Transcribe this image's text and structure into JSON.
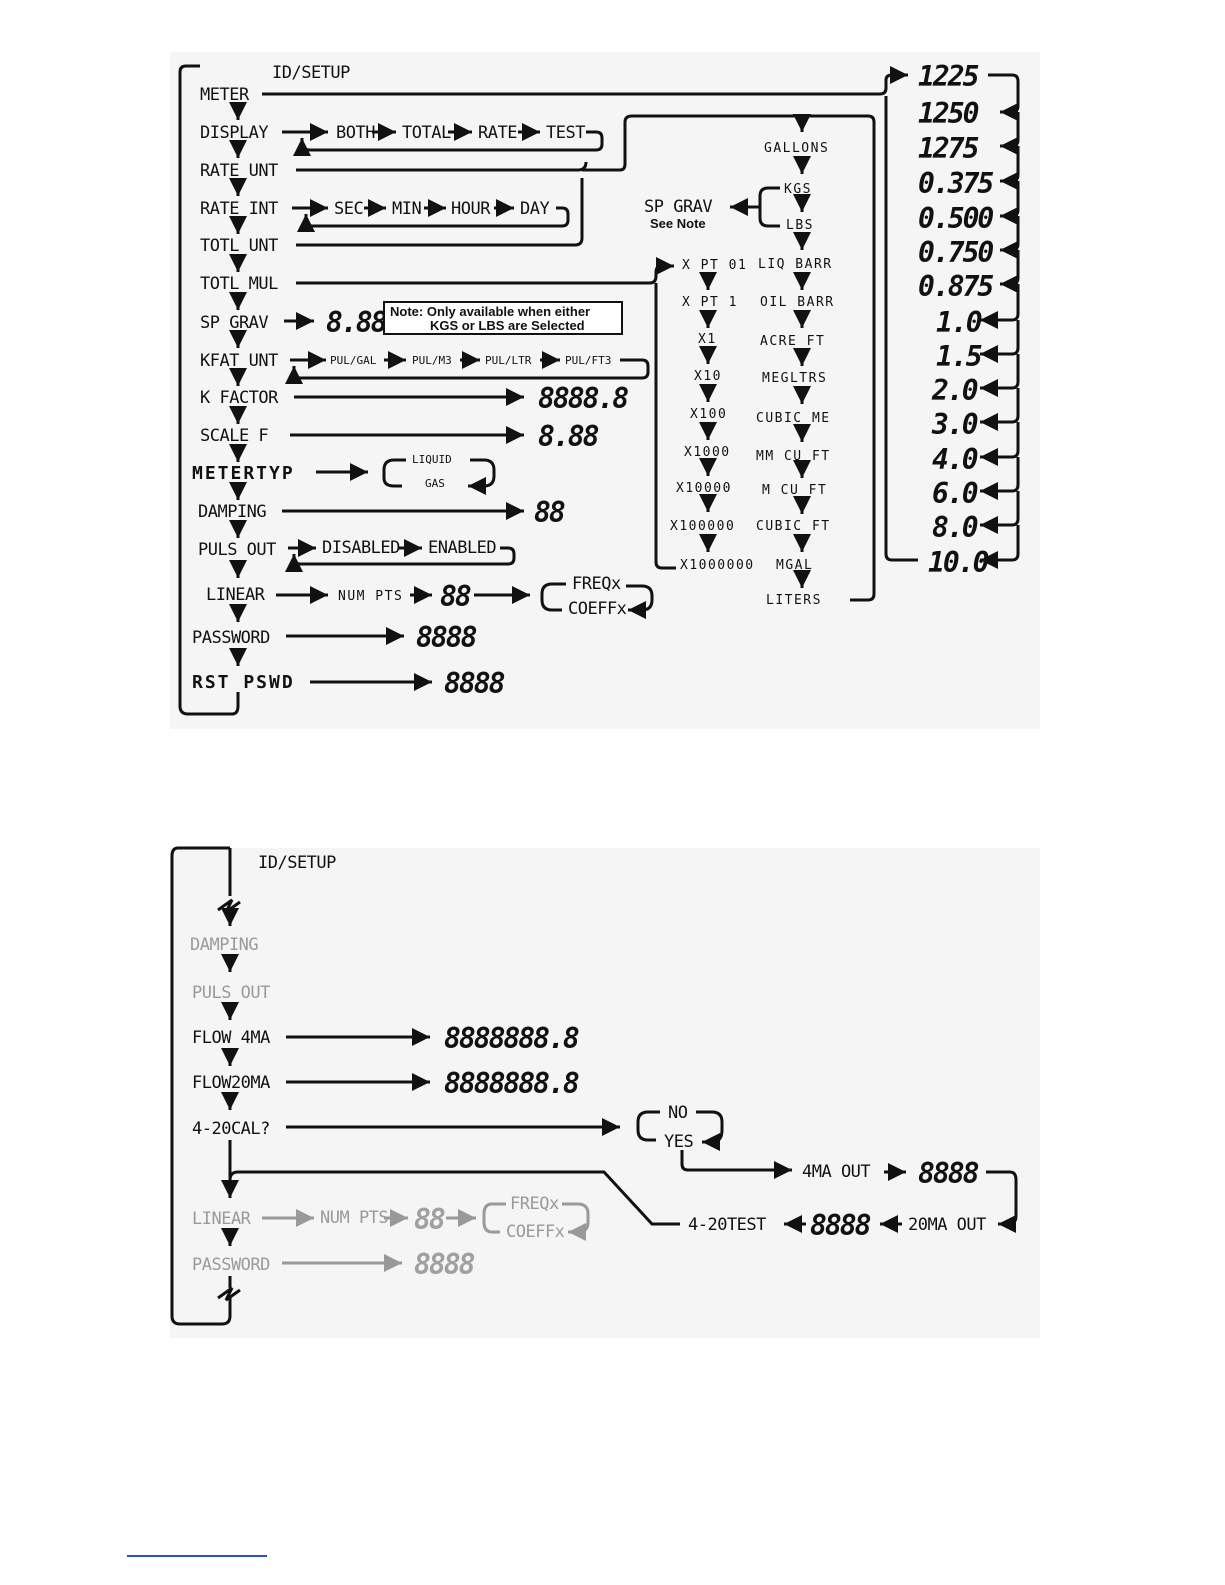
{
  "diagram1": {
    "title": "ID/SETUP",
    "menu": [
      "METER",
      "DISPLAY",
      "RATE UNT",
      "RATE INT",
      "TOTL UNT",
      "TOTL MUL",
      "SP GRAV",
      "KFAT UNT",
      "K FACTOR",
      "SCALE F",
      "METERTYP",
      "DAMPING",
      "PULS OUT",
      "LINEAR",
      "PASSWORD",
      "RST PSWD"
    ],
    "display_opts": [
      "BOTH",
      "TOTAL",
      "RATE",
      "TEST"
    ],
    "rate_int_opts": [
      "SEC",
      "MIN",
      "HOUR",
      "DAY"
    ],
    "sp_grav_value": "8.88",
    "note_line1": "Note: Only available when either",
    "note_line2": "KGS or LBS are Selected",
    "kfat_opts": [
      "PUL/GAL",
      "PUL/M3",
      "PUL/LTR",
      "PUL/FT3"
    ],
    "k_factor_value": "8888.8",
    "scale_f_value": "8.88",
    "metertyp_opts": [
      "LIQUID",
      "GAS"
    ],
    "damping_value": "88",
    "puls_out_opts": [
      "DISABLED",
      "ENABLED"
    ],
    "linear_num_pts": "NUM PTS",
    "linear_value": "88",
    "linear_opts": [
      "FREQx",
      "COEFFx"
    ],
    "password_value": "8888",
    "rst_pswd_value": "8888",
    "units": [
      "GALLONS",
      "KGS",
      "LBS",
      "LIQ BARR",
      "OIL BARR",
      "ACRE FT",
      "MEGLTRS",
      "CUBIC ME",
      "MM CU FT",
      "M CU FT",
      "CUBIC FT",
      "MGAL",
      "LITERS"
    ],
    "sp_grav_side": "SP GRAV",
    "see_note": "See Note",
    "multipliers": [
      "X PT 01",
      "X PT 1",
      "X1",
      "X10",
      "X100",
      "X1000",
      "X10000",
      "X100000",
      "X1000000"
    ],
    "meter_sizes": [
      "1225",
      "1250",
      "1275",
      "0.375",
      "0.500",
      "0.750",
      "0.875",
      "1.0",
      "1.5",
      "2.0",
      "3.0",
      "4.0",
      "6.0",
      "8.0",
      "10.0"
    ]
  },
  "diagram2": {
    "title": "ID/SETUP",
    "menu": [
      "DAMPING",
      "PULS OUT",
      "FLOW 4MA",
      "FLOW20MA",
      "4-20CAL?",
      "LINEAR",
      "PASSWORD"
    ],
    "flow4_value": "8888888.8",
    "flow20_value": "8888888.8",
    "cal_opts": [
      "NO",
      "YES"
    ],
    "ma4_out": "4MA OUT",
    "ma4_value": "8888",
    "ma20_out": "20MA OUT",
    "test_value": "8888",
    "test_label": "4-20TEST",
    "num_pts": "NUM PTS",
    "linear_value": "88",
    "linear_opts": [
      "FREQx",
      "COEFFx"
    ],
    "password_value": "8888"
  }
}
